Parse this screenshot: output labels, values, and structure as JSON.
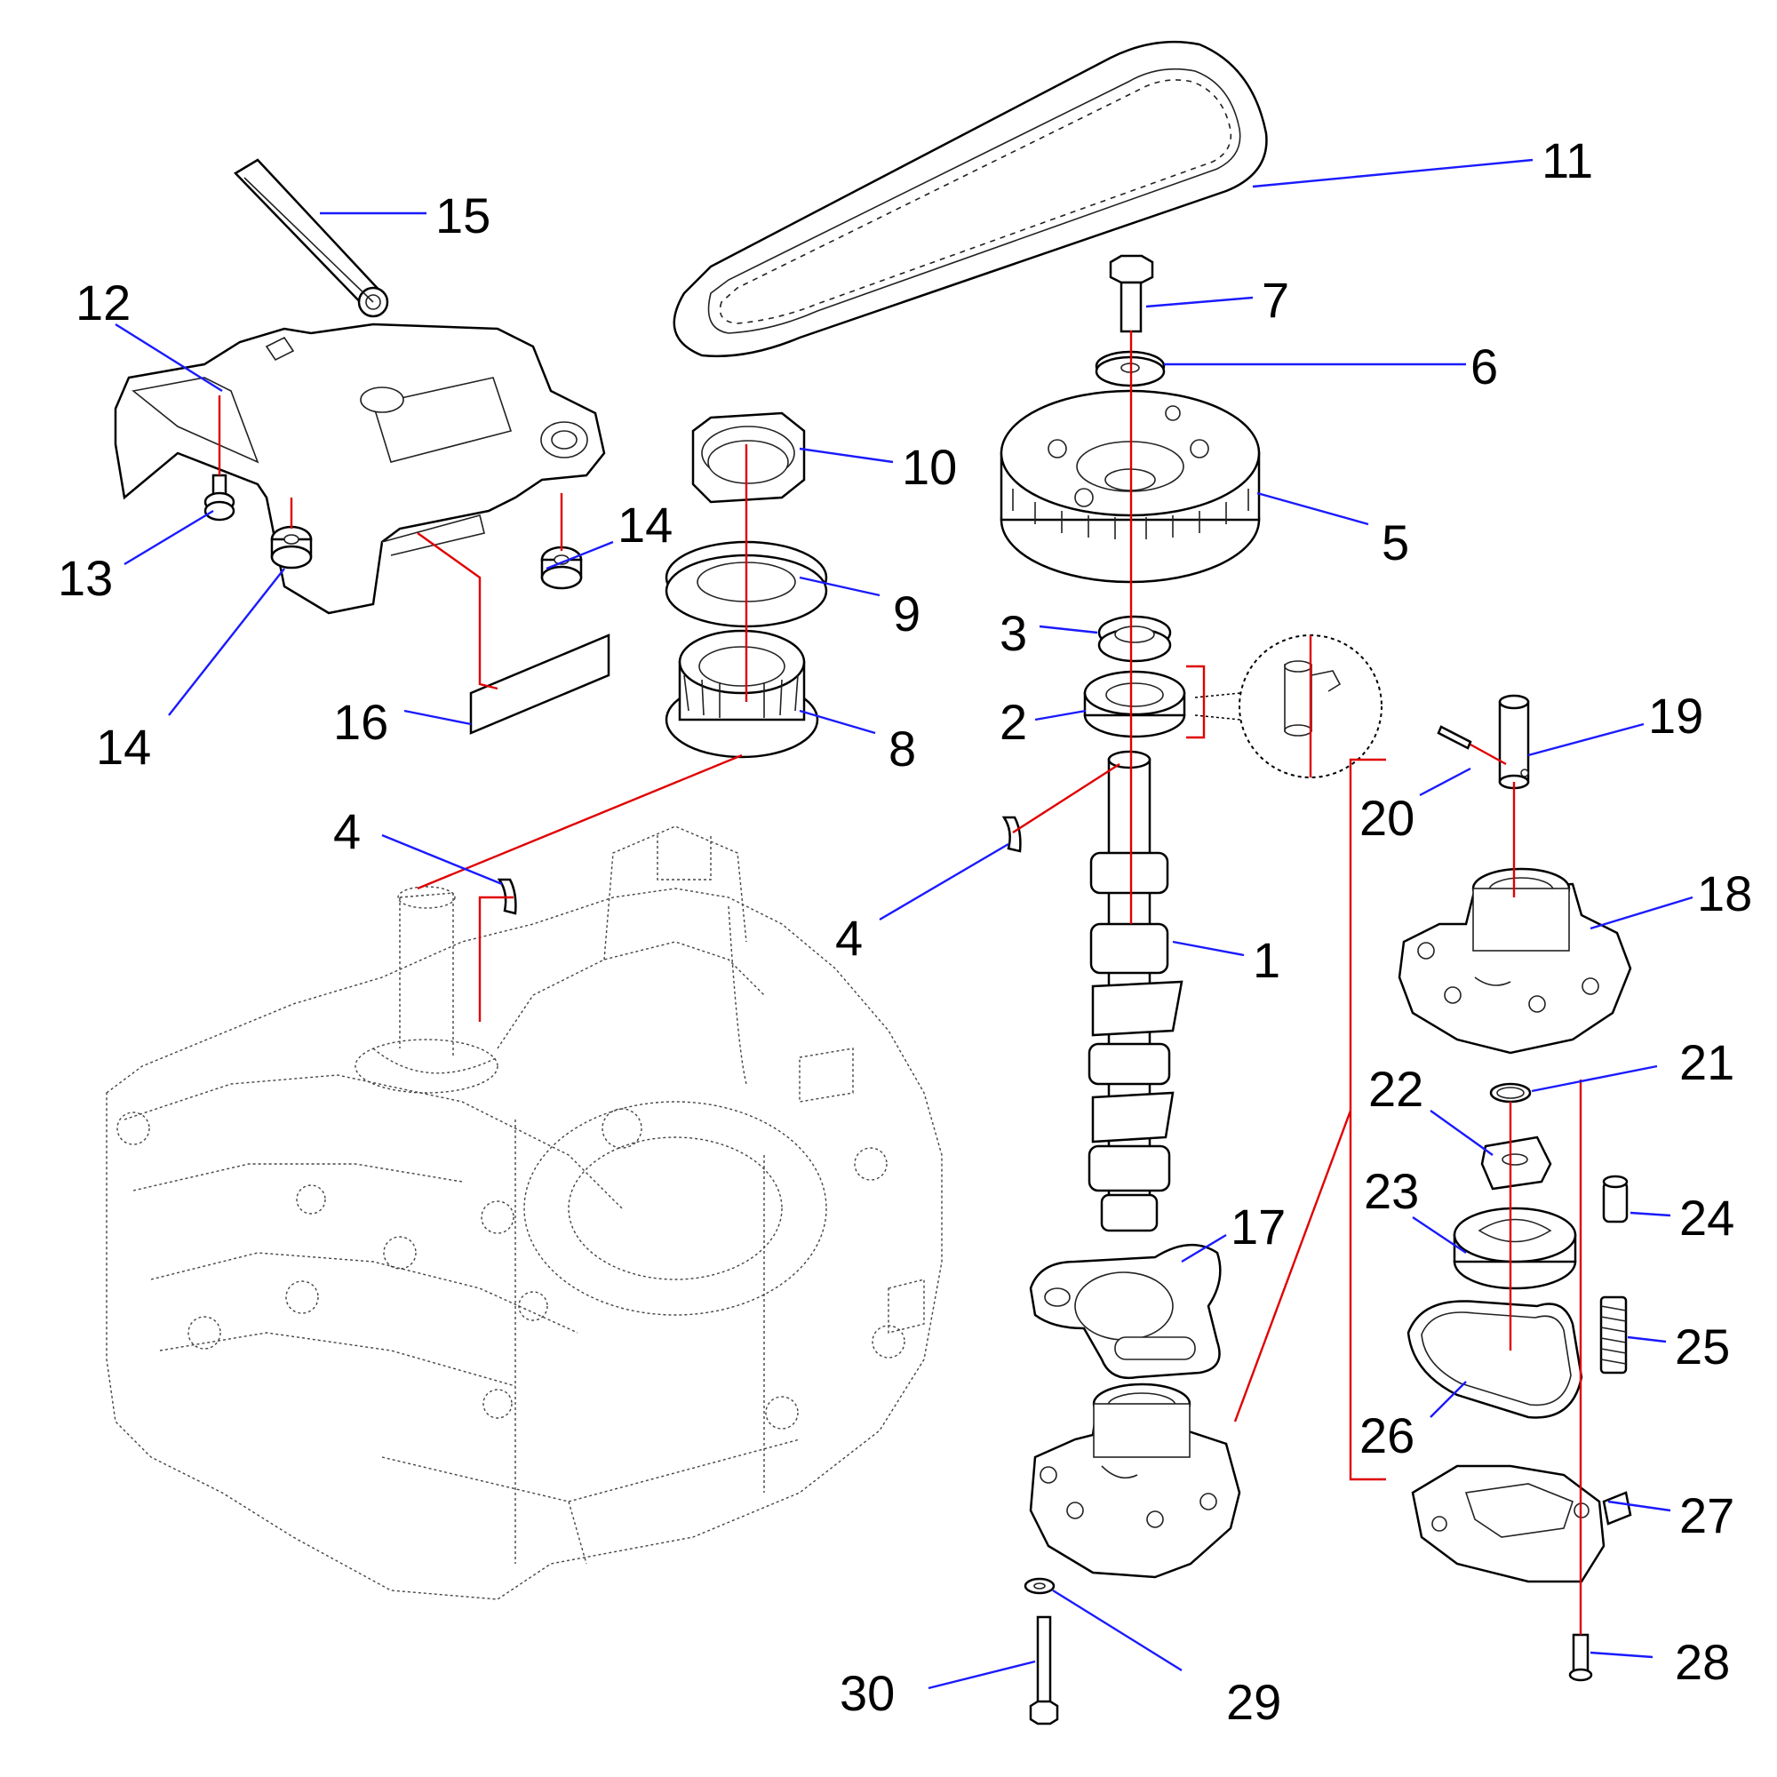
{
  "colors": {
    "leader_blue": "#1a1aff",
    "assembly_red": "#e00000",
    "ink": "#000000"
  },
  "callouts": [
    {
      "id": "c1",
      "text": "1"
    },
    {
      "id": "c2",
      "text": "2"
    },
    {
      "id": "c3",
      "text": "3"
    },
    {
      "id": "c4a",
      "text": "4"
    },
    {
      "id": "c4b",
      "text": "4"
    },
    {
      "id": "c5",
      "text": "5"
    },
    {
      "id": "c6",
      "text": "6"
    },
    {
      "id": "c7",
      "text": "7"
    },
    {
      "id": "c8",
      "text": "8"
    },
    {
      "id": "c9",
      "text": "9"
    },
    {
      "id": "c10",
      "text": "10"
    },
    {
      "id": "c11",
      "text": "11"
    },
    {
      "id": "c12",
      "text": "12"
    },
    {
      "id": "c13",
      "text": "13"
    },
    {
      "id": "c14a",
      "text": "14"
    },
    {
      "id": "c14b",
      "text": "14"
    },
    {
      "id": "c15",
      "text": "15"
    },
    {
      "id": "c16",
      "text": "16"
    },
    {
      "id": "c17",
      "text": "17"
    },
    {
      "id": "c18",
      "text": "18"
    },
    {
      "id": "c19",
      "text": "19"
    },
    {
      "id": "c20",
      "text": "20"
    },
    {
      "id": "c21",
      "text": "21"
    },
    {
      "id": "c22",
      "text": "22"
    },
    {
      "id": "c23",
      "text": "23"
    },
    {
      "id": "c24",
      "text": "24"
    },
    {
      "id": "c25",
      "text": "25"
    },
    {
      "id": "c26",
      "text": "26"
    },
    {
      "id": "c27",
      "text": "27"
    },
    {
      "id": "c28",
      "text": "28"
    },
    {
      "id": "c29",
      "text": "29"
    },
    {
      "id": "c30",
      "text": "30"
    }
  ]
}
